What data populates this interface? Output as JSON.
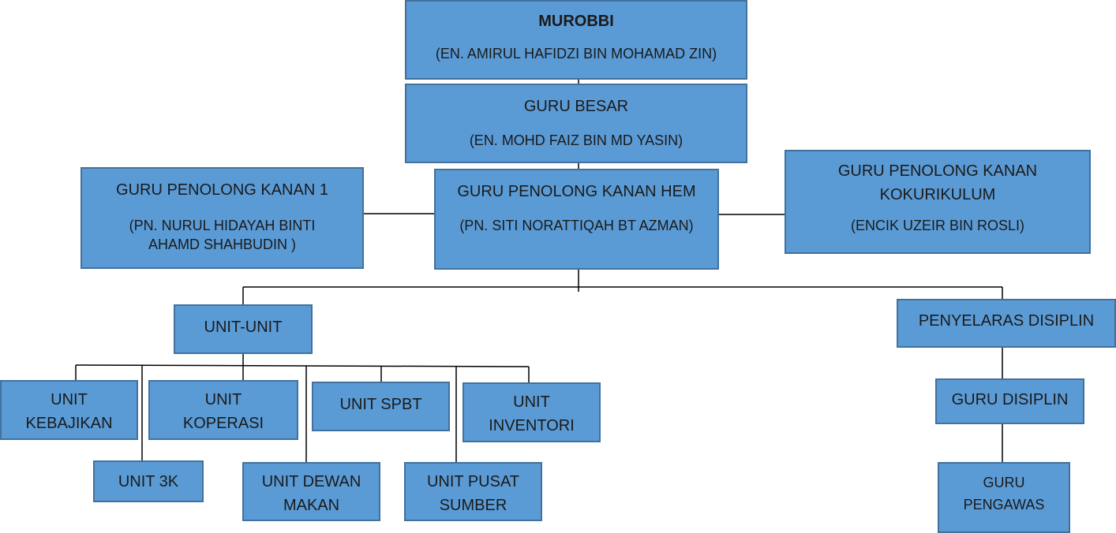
{
  "murobbi": {
    "title": "MUROBBI",
    "name": "(EN. AMIRUL HAFIDZI BIN MOHAMAD ZIN)"
  },
  "guru_besar": {
    "title": "GURU BESAR",
    "name": "(EN. MOHD FAIZ BIN MD YASIN)"
  },
  "gpk1": {
    "title": "GURU PENOLONG KANAN 1",
    "name_line1": "(PN. NURUL HIDAYAH BINTI",
    "name_line2": "AHAMD SHAHBUDIN )"
  },
  "gpk_hem": {
    "title": "GURU PENOLONG KANAN HEM",
    "name": "(PN. SITI NORATTIQAH BT AZMAN)"
  },
  "gpk_koko": {
    "title_line1": "GURU PENOLONG KANAN",
    "title_line2": "KOKURIKULUM",
    "name": "(ENCIK UZEIR BIN ROSLI)"
  },
  "unit_unit": {
    "title": "UNIT-UNIT"
  },
  "units": {
    "kebajikan": {
      "line1": "UNIT",
      "line2": "KEBAJIKAN"
    },
    "koperasi": {
      "line1": "UNIT",
      "line2": "KOPERASI"
    },
    "spbt": {
      "line1": "UNIT SPBT"
    },
    "inventori": {
      "line1": "UNIT",
      "line2": "INVENTORI"
    },
    "u3k": {
      "line1": "UNIT 3K"
    },
    "dewan_makan": {
      "line1": "UNIT DEWAN",
      "line2": "MAKAN"
    },
    "pusat_sumber": {
      "line1": "UNIT PUSAT",
      "line2": "SUMBER"
    }
  },
  "penyelaras": {
    "title": "PENYELARAS DISIPLIN"
  },
  "guru_disiplin": {
    "title": "GURU DISIPLIN"
  },
  "guru_pengawas": {
    "line1": "GURU",
    "line2": "PENGAWAS"
  },
  "colors": {
    "box_fill": "#5b9bd5",
    "box_border": "#41719c",
    "connector": "#000000"
  }
}
